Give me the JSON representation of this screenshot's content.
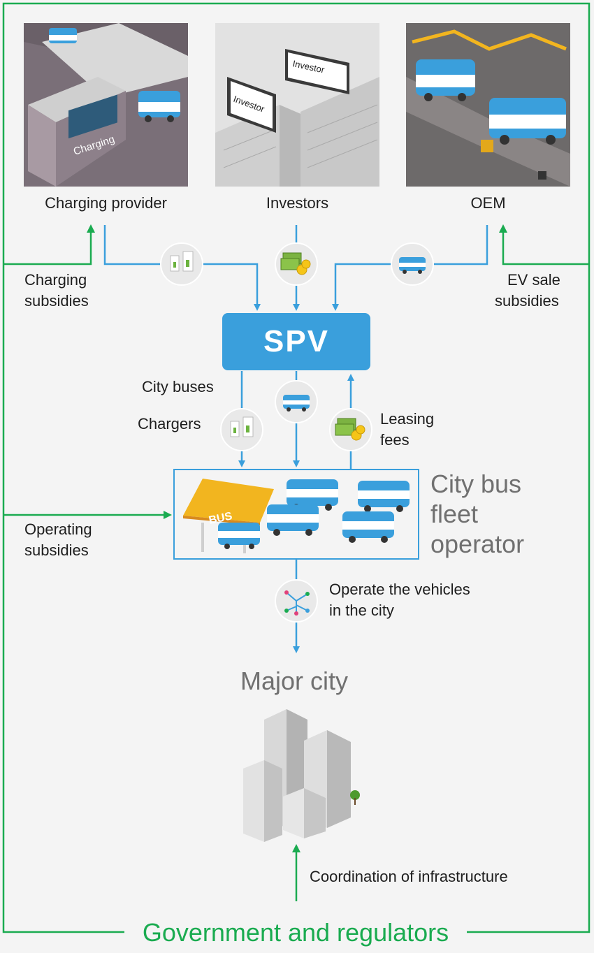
{
  "top_actors": {
    "charging_provider": "Charging provider",
    "investors": "Investors",
    "oem": "OEM"
  },
  "picture_signs": {
    "charging": "Charging",
    "investor_1": "Investor",
    "investor_2": "Investor",
    "bus": "BUS"
  },
  "subsidies": {
    "charging_line1": "Charging",
    "charging_line2": "subsidies",
    "ev_line1": "EV sale",
    "ev_line2": "subsidies",
    "operating_line1": "Operating",
    "operating_line2": "subsidies"
  },
  "spv": {
    "label": "SPV"
  },
  "flows": {
    "city_buses": "City buses",
    "chargers": "Chargers",
    "leasing_line1": "Leasing",
    "leasing_line2": "fees",
    "operate_line1": "Operate the vehicles",
    "operate_line2": "in the city",
    "coordination": "Coordination of infrastructure"
  },
  "operator": {
    "line1": "City bus",
    "line2": "fleet",
    "line3": "operator"
  },
  "major_city": "Major city",
  "government": "Government and regulators",
  "colors": {
    "blue": "#3a9fdc",
    "green": "#1aab50",
    "grey_text": "#707070",
    "background": "#f4f4f4"
  }
}
